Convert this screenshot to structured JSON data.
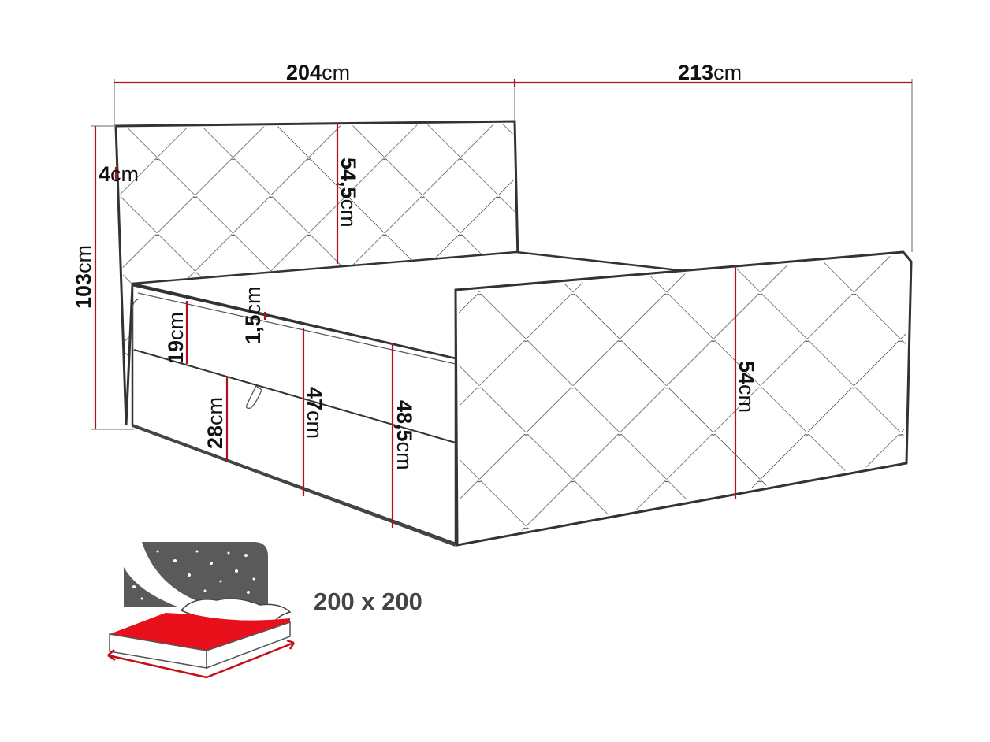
{
  "dimensions": {
    "overall_width": {
      "value": "204",
      "unit": "cm"
    },
    "overall_length": {
      "value": "213",
      "unit": "cm"
    },
    "headboard_thickness": {
      "value": "4",
      "unit": "cm"
    },
    "total_height": {
      "value": "103",
      "unit": "cm"
    },
    "headboard_visible_height": {
      "value": "54,5",
      "unit": "cm"
    },
    "footboard_height": {
      "value": "54",
      "unit": "cm"
    },
    "topper_thickness": {
      "value": "1,5",
      "unit": "cm"
    },
    "mattress_height": {
      "value": "19",
      "unit": "cm"
    },
    "base_height": {
      "value": "28",
      "unit": "cm"
    },
    "sleeping_height": {
      "value": "47",
      "unit": "cm"
    },
    "sleeping_height_with_topper": {
      "value": "48,5",
      "unit": "cm"
    }
  },
  "mattress_size": "200 x 200",
  "colors": {
    "dimension_line": "#b01020",
    "outline": "#333333",
    "icon_sheet": "#e8101a",
    "icon_night": "#5a5a5a"
  }
}
